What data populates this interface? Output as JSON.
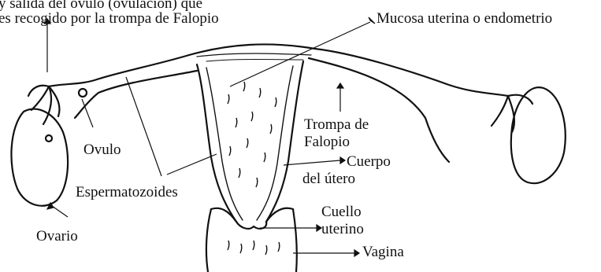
{
  "labels": {
    "top_line_1": "y salida del óvulo (ovulación) que",
    "top_line_2": "es recogido por la trompa de Falopio",
    "endometrium": "Mucosa uterina o endometrio",
    "fallopian_tube_1": "Trompa de",
    "fallopian_tube_2": "Falopio",
    "body_uterus_1": "Cuerpo",
    "body_uterus_2": "del útero",
    "ovum": "Ovulo",
    "sperm": "Espermatozoides",
    "cervix_1": "Cuello",
    "cervix_2": "uterino",
    "ovary": "Ovario",
    "vagina": "Vagina"
  },
  "colors": {
    "ink": "#111111",
    "paper": "#ffffff"
  }
}
